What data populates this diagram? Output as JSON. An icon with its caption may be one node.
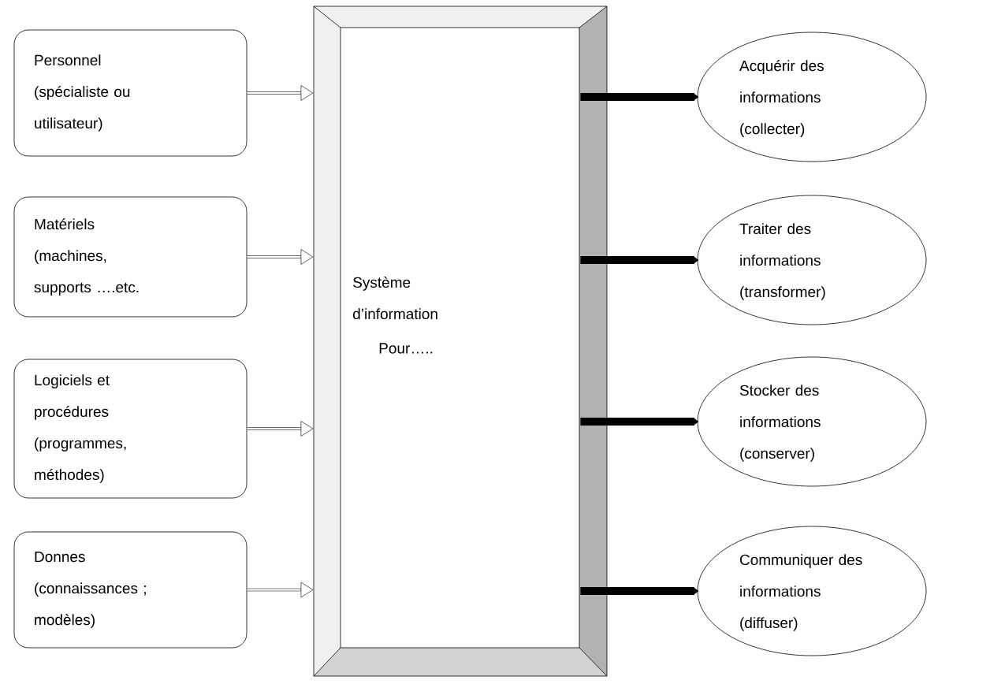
{
  "diagram": {
    "nodes": [
      {
        "text": [
          "Personnel (spécialiste ou utilisateur)"
        ]
      },
      {
        "text": [
          "Matériels (machines, supports ….etc."
        ]
      },
      {
        "text": [
          "Logiciels et procédures (programmes, méthodes)"
        ]
      },
      {
        "text": [
          "Donnes (connaissances ; modèles)"
        ]
      },
      {
        "text": [
          "Système d’information",
          "Pour….."
        ]
      },
      {
        "text": [
          "Acquérir des informations (collecter)"
        ]
      },
      {
        "text": [
          "Traiter des informations (transformer)"
        ]
      },
      {
        "text": [
          "Stocker des informations (conserver)"
        ]
      },
      {
        "text": [
          "Communiquer des informations (diffuser)"
        ]
      }
    ],
    "edges": [
      {
        "from": 0,
        "to": 4,
        "arrow": "to"
      },
      {
        "from": 1,
        "to": 4,
        "arrow": "to"
      },
      {
        "from": 2,
        "to": 4,
        "arrow": "to"
      },
      {
        "from": 3,
        "to": 4,
        "arrow": "to"
      },
      {
        "from": 4,
        "to": 5,
        "arrow": "to",
        "style": "thick"
      },
      {
        "from": 4,
        "to": 6,
        "arrow": "to",
        "style": "thick"
      },
      {
        "from": 4,
        "to": 7,
        "arrow": "to",
        "style": "thick"
      },
      {
        "from": 4,
        "to": 8,
        "arrow": "to",
        "style": "thick"
      }
    ]
  }
}
